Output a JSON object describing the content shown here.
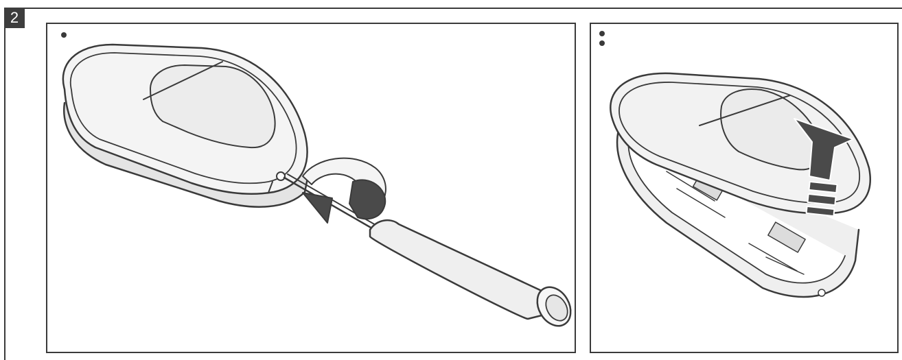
{
  "figure": {
    "step_number": "2",
    "colors": {
      "line": "#3a3a3a",
      "shell_fill": "#f2f2f2",
      "shell_shade": "#e4e4e4",
      "arrow_fill": "#4a4a4a",
      "badge_bg": "#3d3d3d"
    },
    "panels": [
      {
        "id": "left",
        "step_dots": 1,
        "icons": [
          "detector-icon",
          "screwdriver-icon",
          "rotate-arrow-icon"
        ]
      },
      {
        "id": "right",
        "step_dots": 2,
        "icons": [
          "detector-open-icon",
          "lift-arrow-icon"
        ]
      }
    ]
  }
}
